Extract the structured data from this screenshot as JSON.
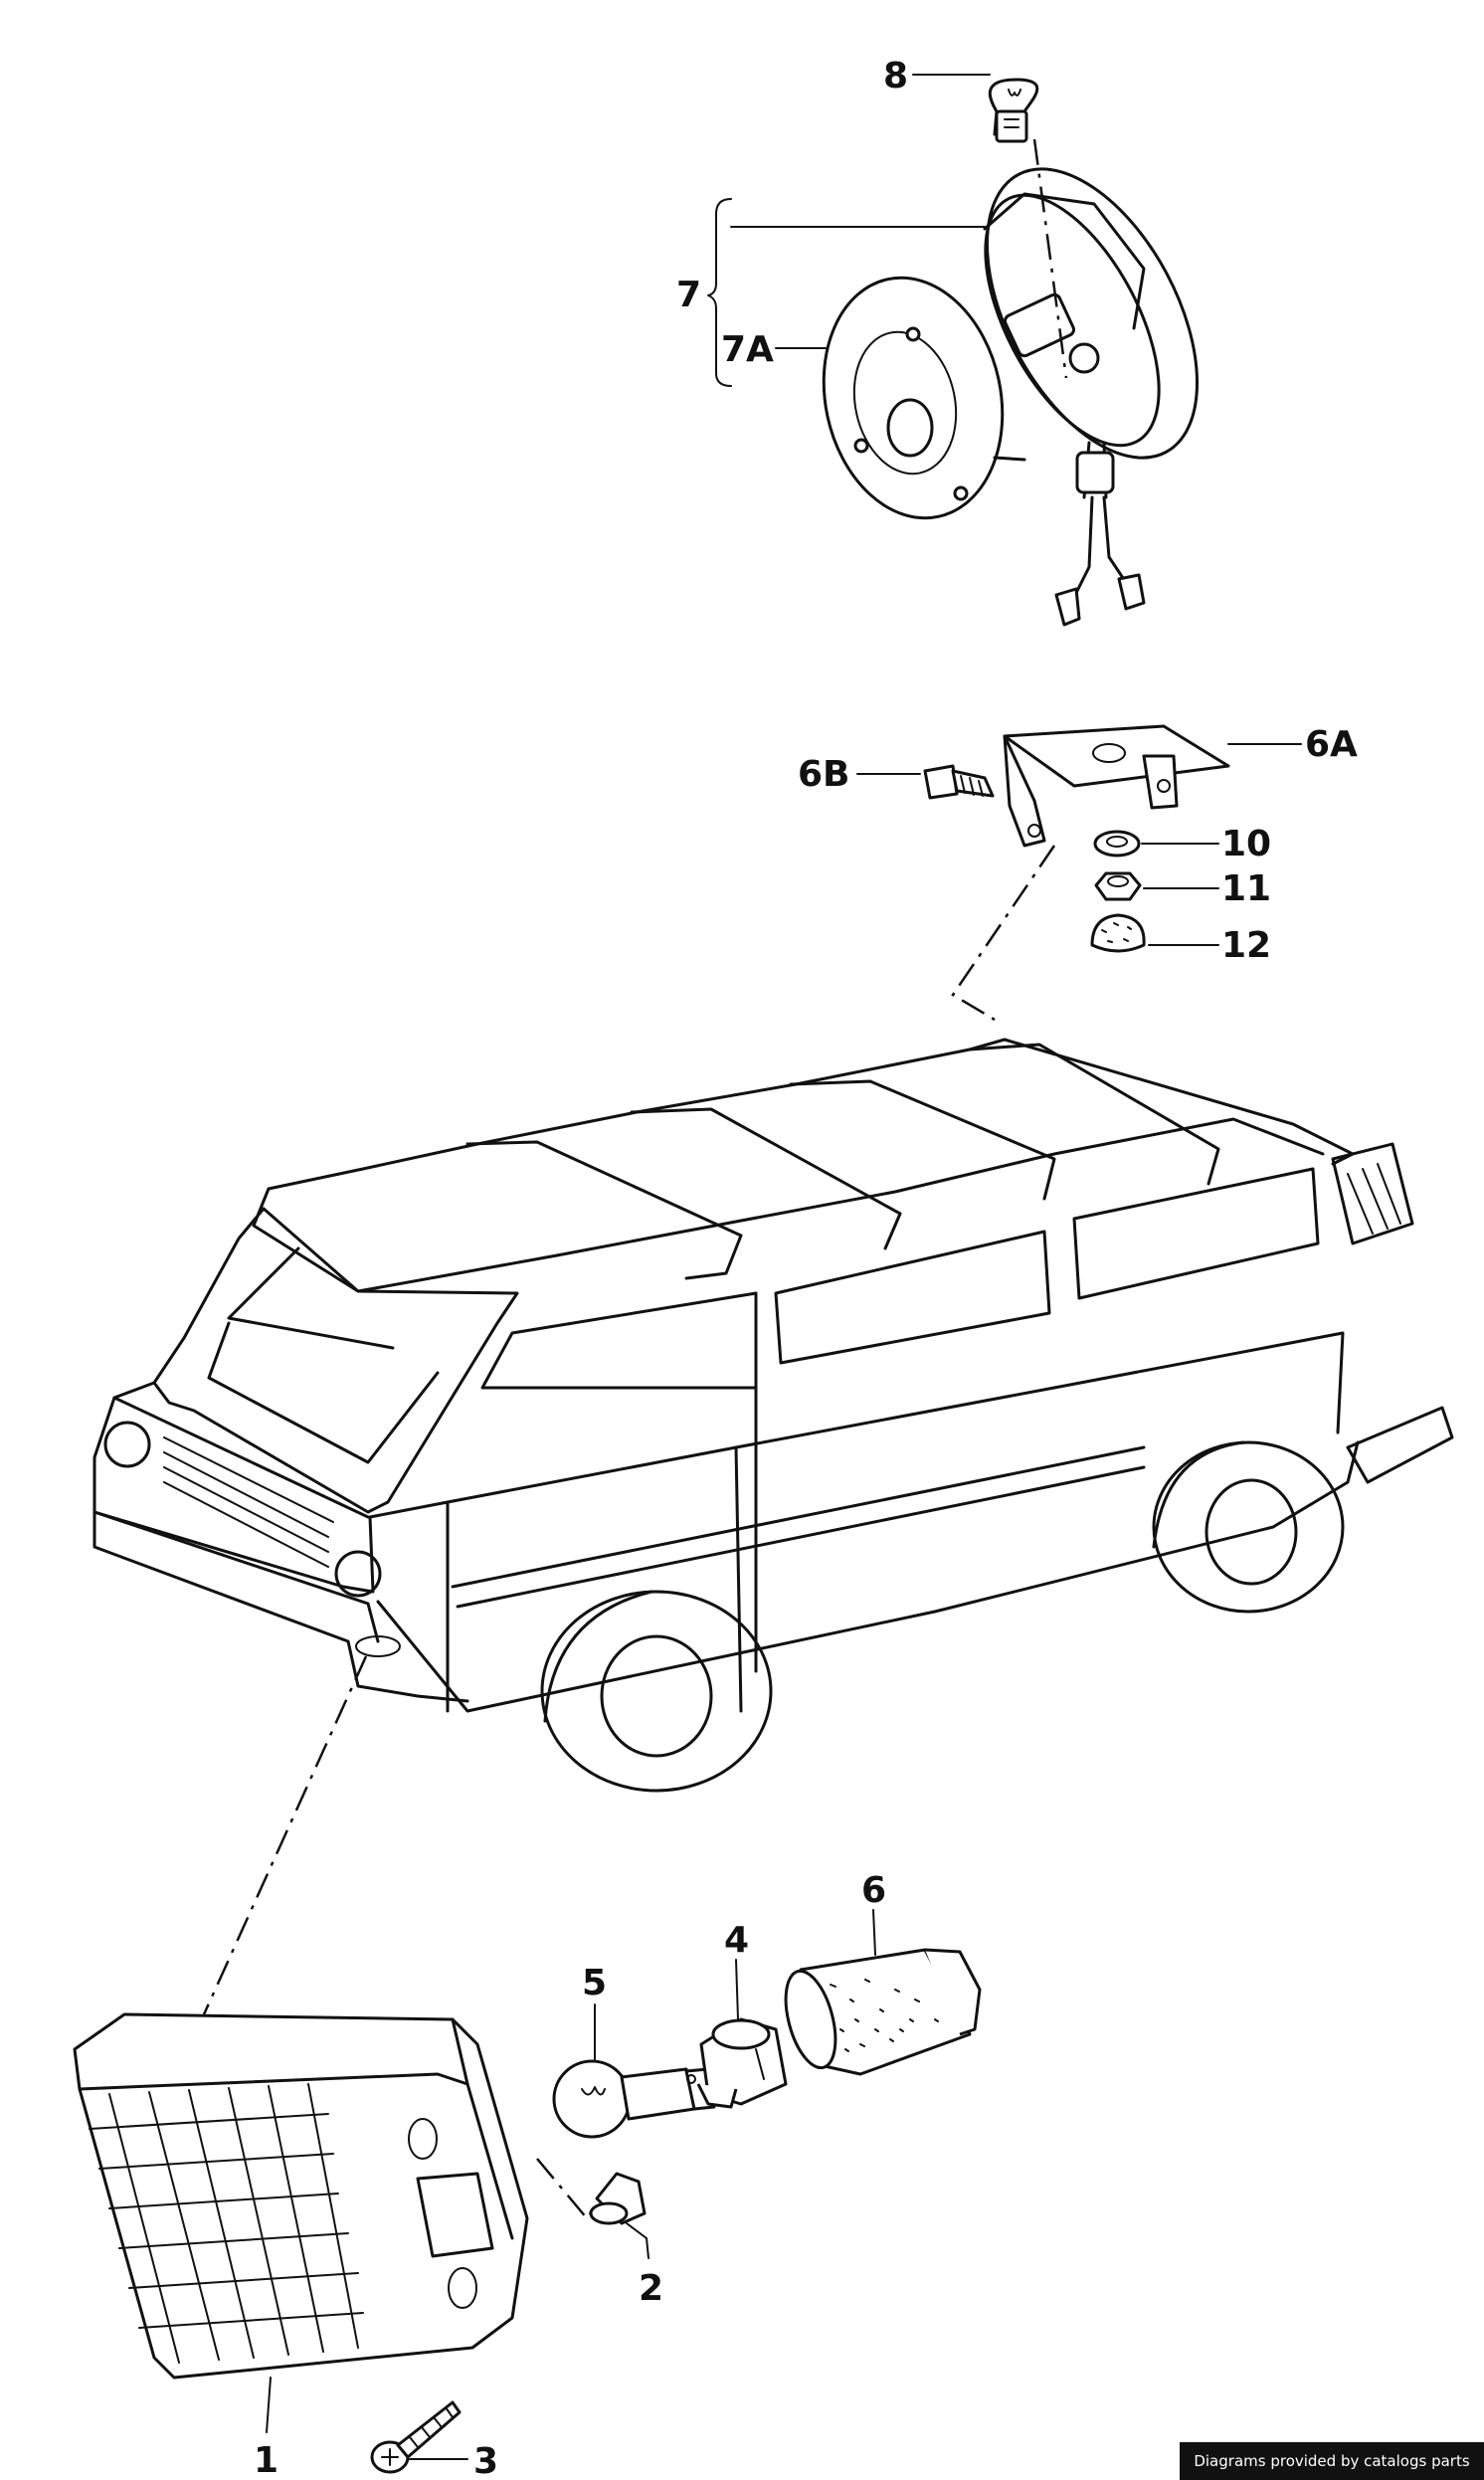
{
  "labels": {
    "l1": "1",
    "l2": "2",
    "l3": "3",
    "l4": "4",
    "l5": "5",
    "l6": "6",
    "l6A": "6A",
    "l6B": "6B",
    "l7": "7",
    "l7A": "7A",
    "l8": "8",
    "l10": "10",
    "l11": "11",
    "l12": "12"
  },
  "credit": "Diagrams provided by catalogs parts"
}
